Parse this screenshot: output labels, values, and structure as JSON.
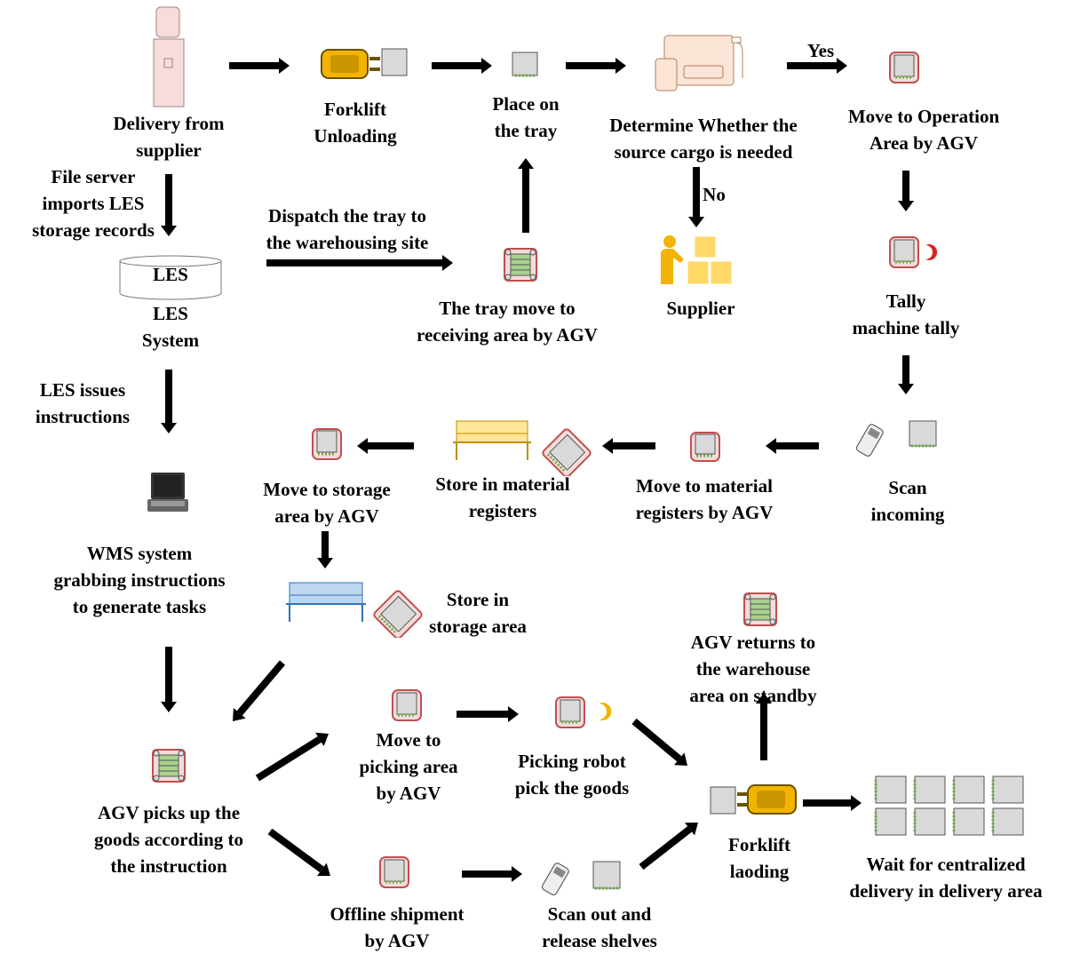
{
  "colors": {
    "arrow": "#000000",
    "agv_red": "#c0504d",
    "agv_bg": "#f2dcdb",
    "gray_box": "#d9d9d9",
    "forklift_yellow": "#f2b400",
    "shelf_yellow": "#ffe699",
    "shelf_blue": "#bdd7ee",
    "truck_pink": "#f8dcdc"
  },
  "labels": {
    "delivery_from_supplier": "Delivery from\nsupplier",
    "forklift_unloading": "Forklift\nUnloading",
    "place_on_tray": "Place on\nthe tray",
    "determine_cargo": "Determine Whether the\nsource cargo is needed",
    "yes": "Yes",
    "no": "No",
    "move_operation_area": "Move to Operation\nArea by AGV",
    "file_server": "File server\nimports LES\nstorage records",
    "dispatch_tray": "Dispatch the tray to\nthe warehousing site",
    "les_db": "LES",
    "les_system": "LES\nSystem",
    "tray_move_receiving": "The tray move to\nreceiving area by AGV",
    "supplier": "Supplier",
    "tally_machine": "Tally\nmachine tally",
    "les_issues": "LES issues\ninstructions",
    "move_storage_area": "Move to storage\narea by AGV",
    "store_material_registers": "Store in material\nregisters",
    "move_material_registers": "Move to material\nregisters by AGV",
    "scan_incoming": "Scan\nincoming",
    "wms_system": "WMS system\ngrabbing instructions\nto generate tasks",
    "store_storage_area": "Store in\nstorage area",
    "agv_returns": "AGV returns to\nthe warehouse\narea on standby",
    "move_picking_area": "Move to\npicking area\nby AGV",
    "picking_robot": "Picking robot\npick the goods",
    "agv_picks_up": "AGV picks up the\ngoods according to\nthe instruction",
    "forklift_loading": "Forklift\nlaoding",
    "wait_centralized": "Wait for centralized\ndelivery in delivery area",
    "offline_shipment": "Offline shipment\nby AGV",
    "scan_out": "Scan out and\nrelease shelves"
  },
  "icons": [
    "delivery-truck-icon",
    "forklift-icon",
    "tray-icon",
    "computer-terminal-icon",
    "agv-icon",
    "database-icon",
    "agv-loaded-icon",
    "supplier-person-icon",
    "tally-machine-icon",
    "scanner-icon",
    "material-register-shelf-icon",
    "laptop-icon",
    "storage-shelf-icon",
    "picking-robot-icon",
    "delivery-pallets-icon"
  ]
}
